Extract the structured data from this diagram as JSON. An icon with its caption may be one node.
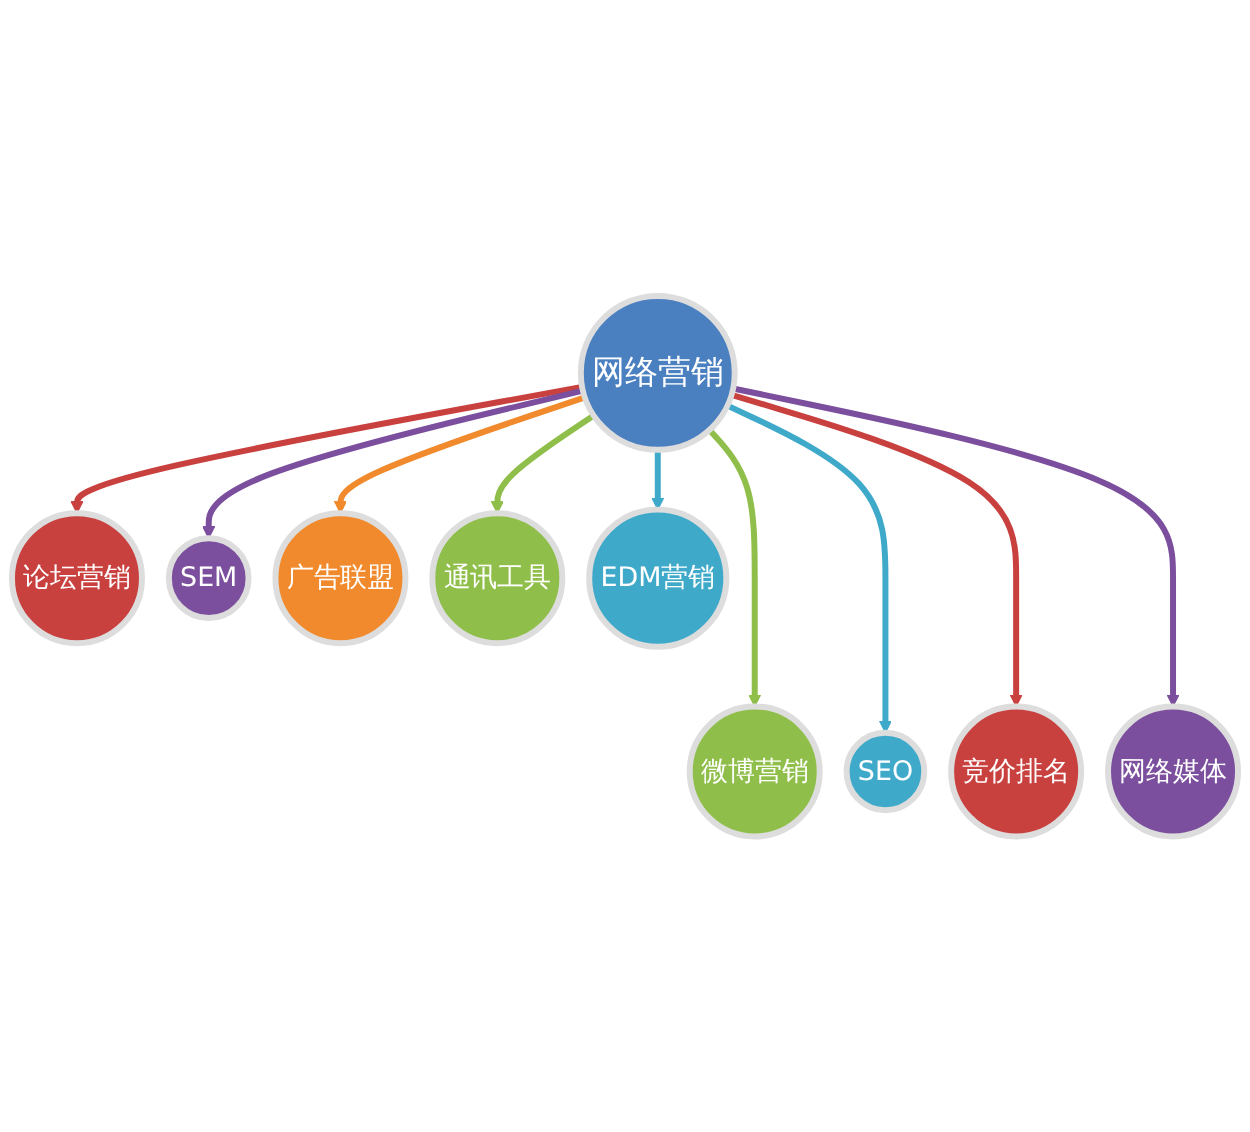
{
  "diagram": {
    "nodes": [
      {
        "text": [
          "网络营销"
        ]
      },
      {
        "text": [
          "论坛营销"
        ]
      },
      {
        "text": [
          "微博营销"
        ]
      },
      {
        "text": [
          "SEM"
        ]
      },
      {
        "text": [
          "SEO"
        ]
      },
      {
        "text": [
          "广告联盟"
        ]
      },
      {
        "text": [
          "竞价排名"
        ]
      },
      {
        "text": [
          "通讯工具"
        ]
      },
      {
        "text": [
          "网络媒体"
        ]
      },
      {
        "text": [
          "EDM营销"
        ]
      }
    ],
    "edges": [
      {
        "from": 0,
        "to": 1,
        "arrow": "to",
        "color": "#c9413f"
      },
      {
        "from": 0,
        "to": 2,
        "arrow": "to",
        "color": "#8fbf4a"
      },
      {
        "from": 0,
        "to": 3,
        "arrow": "to",
        "color": "#7b4f9d"
      },
      {
        "from": 0,
        "to": 4,
        "arrow": "to",
        "color": "#3fa9c9"
      },
      {
        "from": 0,
        "to": 5,
        "arrow": "to",
        "color": "#f08a2c"
      },
      {
        "from": 0,
        "to": 6,
        "arrow": "to",
        "color": "#c9413f"
      },
      {
        "from": 0,
        "to": 7,
        "arrow": "to",
        "color": "#8fbf4a"
      },
      {
        "from": 0,
        "to": 8,
        "arrow": "to",
        "color": "#7b4f9d"
      },
      {
        "from": 0,
        "to": 9,
        "arrow": "to",
        "color": "#3fa9c9"
      }
    ]
  }
}
